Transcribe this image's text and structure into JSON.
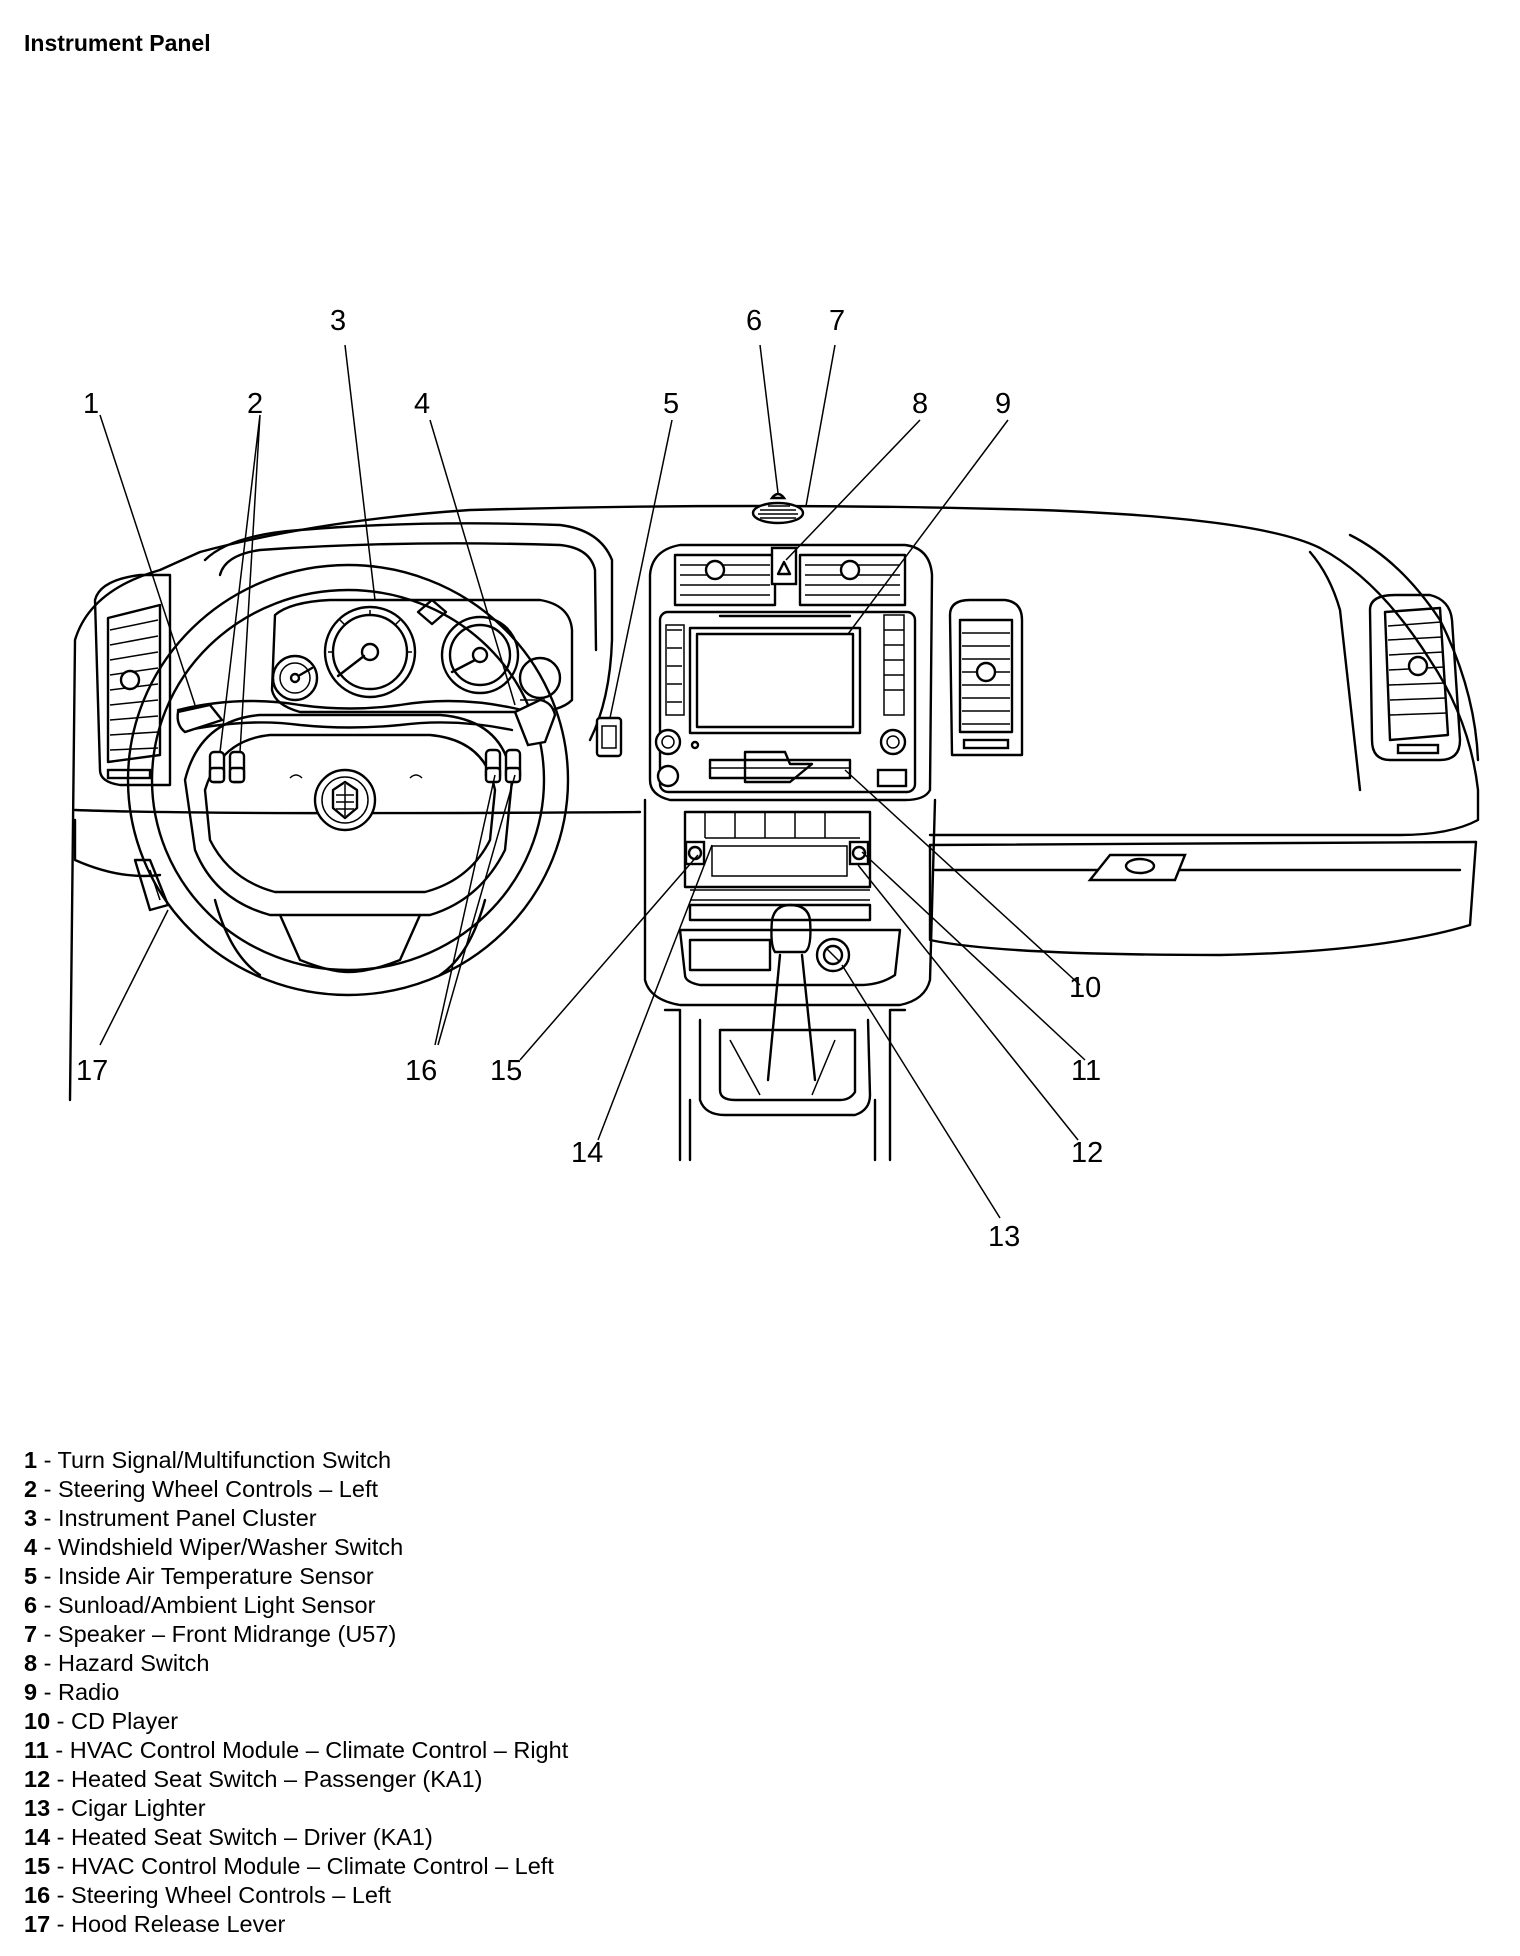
{
  "title": "Instrument Panel",
  "callouts": [
    "1",
    "2",
    "3",
    "4",
    "5",
    "6",
    "7",
    "8",
    "9",
    "10",
    "11",
    "12",
    "13",
    "14",
    "15",
    "16",
    "17"
  ],
  "legend": [
    {
      "num": "1",
      "label": "Turn Signal/Multifunction Switch"
    },
    {
      "num": "2",
      "label": "Steering Wheel Controls – Left"
    },
    {
      "num": "3",
      "label": "Instrument Panel Cluster"
    },
    {
      "num": "4",
      "label": "Windshield Wiper/Washer Switch"
    },
    {
      "num": "5",
      "label": "Inside Air Temperature Sensor"
    },
    {
      "num": "6",
      "label": "Sunload/Ambient Light Sensor"
    },
    {
      "num": "7",
      "label": "Speaker – Front Midrange (U57)"
    },
    {
      "num": "8",
      "label": "Hazard Switch"
    },
    {
      "num": "9",
      "label": "Radio"
    },
    {
      "num": "10",
      "label": "CD Player"
    },
    {
      "num": "11",
      "label": "HVAC Control Module – Climate Control – Right"
    },
    {
      "num": "12",
      "label": "Heated Seat Switch – Passenger (KA1)"
    },
    {
      "num": "13",
      "label": "Cigar Lighter"
    },
    {
      "num": "14",
      "label": "Heated Seat Switch – Driver (KA1)"
    },
    {
      "num": "15",
      "label": "HVAC Control Module – Climate Control – Left"
    },
    {
      "num": "16",
      "label": "Steering Wheel Controls – Left"
    },
    {
      "num": "17",
      "label": "Hood Release Lever"
    }
  ]
}
